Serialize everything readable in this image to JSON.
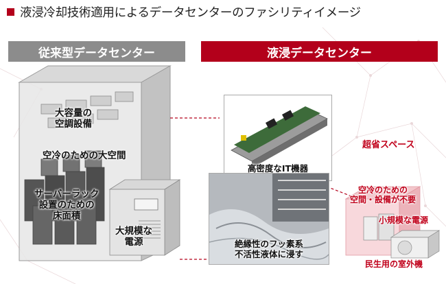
{
  "title": "液浸冷却技術適用によるデータセンターのファシリティイメージ",
  "colors": {
    "accent_red": "#b3001b",
    "label_red": "#c0001a",
    "gray_header": "#8c8c8c"
  },
  "left": {
    "header": "従来型データセンター",
    "aircon_label": "大容量の\n空調設備",
    "air_space_label": "空冷のための大空間",
    "server_rack_label": "サーバーラック\n設置のための\n床面積",
    "power_label": "大規模な\n電源"
  },
  "right": {
    "header": "液浸データセンター",
    "it_label": "高密度なIT機器",
    "fluid_label": "絶縁性のフッ素系\n不活性液体に浸す",
    "space_saving_label": "超省スペース",
    "no_air_label": "空冷のための\n空間・設備が不要",
    "small_power_label": "小規模な電源",
    "outdoor_unit_label": "民生用の室外機"
  }
}
